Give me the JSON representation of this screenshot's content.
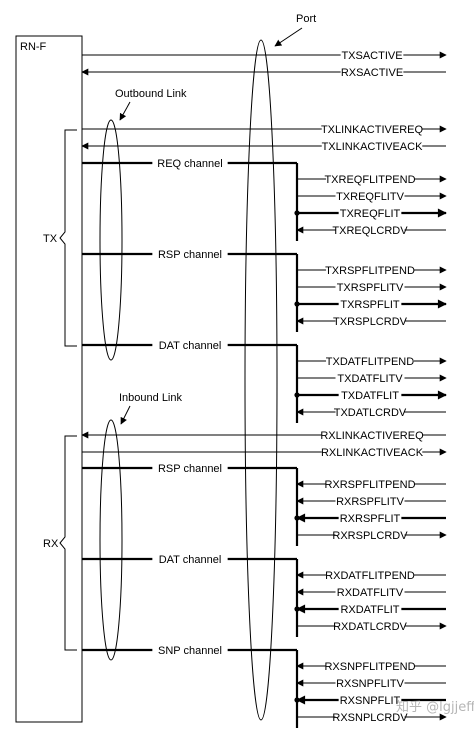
{
  "node_label": "RN-F",
  "port_label": "Port",
  "outbound_link_label": "Outbound Link",
  "inbound_link_label": "Inbound Link",
  "tx_label": "TX",
  "rx_label": "RX",
  "watermark": "知乎 @lgjjeff",
  "top_signals": [
    {
      "name": "TXSACTIVE",
      "dir": "out"
    },
    {
      "name": "RXSACTIVE",
      "dir": "in"
    }
  ],
  "tx_link_signals": [
    {
      "name": "TXLINKACTIVEREQ",
      "dir": "out"
    },
    {
      "name": "TXLINKACTIVEACK",
      "dir": "in"
    }
  ],
  "tx_channels": [
    {
      "name": "REQ channel",
      "signals": [
        {
          "name": "TXREQFLITPEND",
          "dir": "out",
          "bold": false
        },
        {
          "name": "TXREQFLITV",
          "dir": "out",
          "bold": false
        },
        {
          "name": "TXREQFLIT",
          "dir": "out",
          "bold": true
        },
        {
          "name": "TXREQLCRDV",
          "dir": "in",
          "bold": false
        }
      ]
    },
    {
      "name": "RSP channel",
      "signals": [
        {
          "name": "TXRSPFLITPEND",
          "dir": "out",
          "bold": false
        },
        {
          "name": "TXRSPFLITV",
          "dir": "out",
          "bold": false
        },
        {
          "name": "TXRSPFLIT",
          "dir": "out",
          "bold": true
        },
        {
          "name": "TXRSPLCRDV",
          "dir": "in",
          "bold": false
        }
      ]
    },
    {
      "name": "DAT channel",
      "signals": [
        {
          "name": "TXDATFLITPEND",
          "dir": "out",
          "bold": false
        },
        {
          "name": "TXDATFLITV",
          "dir": "out",
          "bold": false
        },
        {
          "name": "TXDATFLIT",
          "dir": "out",
          "bold": true
        },
        {
          "name": "TXDATLCRDV",
          "dir": "in",
          "bold": false
        }
      ]
    }
  ],
  "rx_link_signals": [
    {
      "name": "RXLINKACTIVEREQ",
      "dir": "in"
    },
    {
      "name": "RXLINKACTIVEACK",
      "dir": "out"
    }
  ],
  "rx_channels": [
    {
      "name": "RSP channel",
      "signals": [
        {
          "name": "RXRSPFLITPEND",
          "dir": "in",
          "bold": false
        },
        {
          "name": "RXRSPFLITV",
          "dir": "in",
          "bold": false
        },
        {
          "name": "RXRSPFLIT",
          "dir": "in",
          "bold": true
        },
        {
          "name": "RXRSPLCRDV",
          "dir": "out",
          "bold": false
        }
      ]
    },
    {
      "name": "DAT channel",
      "signals": [
        {
          "name": "RXDATFLITPEND",
          "dir": "in",
          "bold": false
        },
        {
          "name": "RXDATFLITV",
          "dir": "in",
          "bold": false
        },
        {
          "name": "RXDATFLIT",
          "dir": "in",
          "bold": true
        },
        {
          "name": "RXDATLCRDV",
          "dir": "out",
          "bold": false
        }
      ]
    },
    {
      "name": "SNP channel",
      "signals": [
        {
          "name": "RXSNPFLITPEND",
          "dir": "in",
          "bold": false
        },
        {
          "name": "RXSNPFLITV",
          "dir": "in",
          "bold": false
        },
        {
          "name": "RXSNPFLIT",
          "dir": "in",
          "bold": true
        },
        {
          "name": "RXSNPLCRDV",
          "dir": "out",
          "bold": false
        }
      ]
    }
  ]
}
